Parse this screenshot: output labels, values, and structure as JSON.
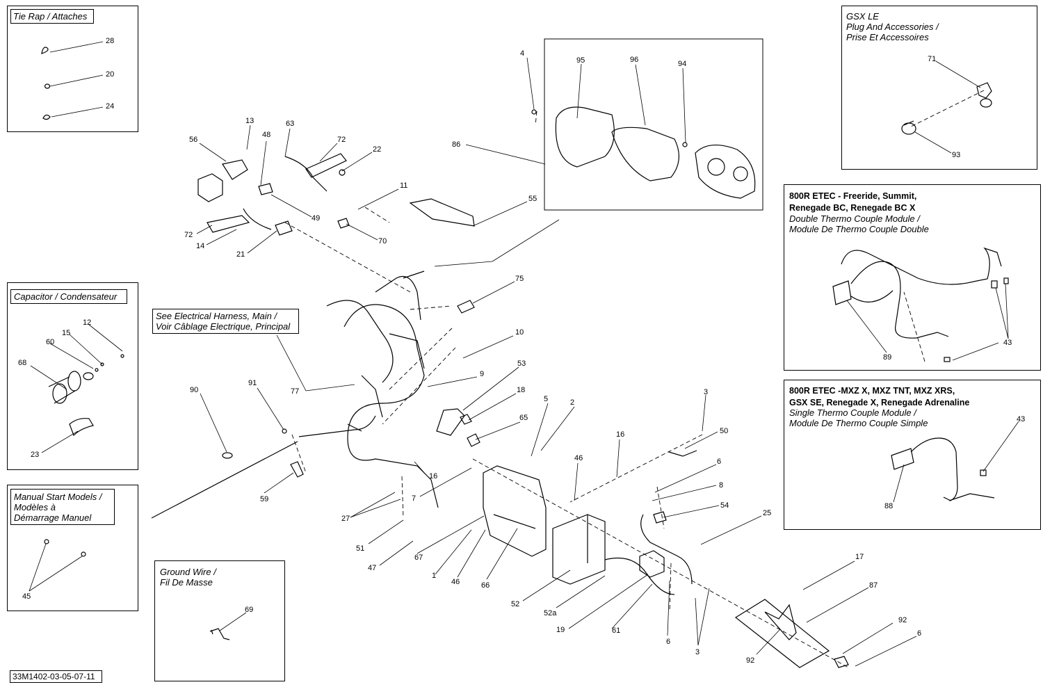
{
  "boxes": {
    "tie_rap": {
      "line1": "Tie Rap / Attaches"
    },
    "capacitor": {
      "line1": "Capacitor / Condensateur"
    },
    "manual_start": {
      "line1": "Manual Start Models /",
      "line2": "Modèles à",
      "line3": "Démarrage Manuel"
    },
    "ground_wire": {
      "line1": "Ground Wire /",
      "line2": "Fil De Masse"
    },
    "gsx_le": {
      "line1": "GSX LE",
      "line2": "Plug And Accessories /",
      "line3": "Prise Et Accessoires"
    },
    "double_thermo": {
      "line1": "800R ETEC - Freeride, Summit,",
      "line2": "Renegade BC, Renegade BC X",
      "line3": "Double Thermo Couple Module /",
      "line4": "Module De Thermo Couple Double"
    },
    "single_thermo": {
      "line1": "800R ETEC -MXZ X, MXZ TNT, MXZ XRS,",
      "line2": "GSX SE, Renegade X, Renegade Adrenaline",
      "line3": "Single Thermo Couple Module /",
      "line4": "Module De Thermo Couple Simple"
    },
    "see_harness": {
      "line1": "See Electrical Harness, Main /",
      "line2": "Voir Câblage Electrique, Principal"
    }
  },
  "drawing_code": "33M1402-03-05-07-11",
  "callouts": [
    {
      "id": "c28",
      "label": "28"
    },
    {
      "id": "c20",
      "label": "20"
    },
    {
      "id": "c24",
      "label": "24"
    },
    {
      "id": "c12",
      "label": "12"
    },
    {
      "id": "c15",
      "label": "15"
    },
    {
      "id": "c60",
      "label": "60"
    },
    {
      "id": "c68",
      "label": "68"
    },
    {
      "id": "c23",
      "label": "23"
    },
    {
      "id": "c45",
      "label": "45"
    },
    {
      "id": "c69",
      "label": "69"
    },
    {
      "id": "c71",
      "label": "71"
    },
    {
      "id": "c93",
      "label": "93"
    },
    {
      "id": "c89",
      "label": "89"
    },
    {
      "id": "c43a",
      "label": "43"
    },
    {
      "id": "c43b",
      "label": "43"
    },
    {
      "id": "c88",
      "label": "88"
    },
    {
      "id": "c4",
      "label": "4"
    },
    {
      "id": "c95",
      "label": "95"
    },
    {
      "id": "c96",
      "label": "96"
    },
    {
      "id": "c94",
      "label": "94"
    },
    {
      "id": "c86",
      "label": "86"
    },
    {
      "id": "c13",
      "label": "13"
    },
    {
      "id": "c56",
      "label": "56"
    },
    {
      "id": "c48",
      "label": "48"
    },
    {
      "id": "c63",
      "label": "63"
    },
    {
      "id": "c72a",
      "label": "72"
    },
    {
      "id": "c22",
      "label": "22"
    },
    {
      "id": "c11",
      "label": "11"
    },
    {
      "id": "c55",
      "label": "55"
    },
    {
      "id": "c49",
      "label": "49"
    },
    {
      "id": "c70",
      "label": "70"
    },
    {
      "id": "c72b",
      "label": "72"
    },
    {
      "id": "c14",
      "label": "14"
    },
    {
      "id": "c21",
      "label": "21"
    },
    {
      "id": "c75",
      "label": "75"
    },
    {
      "id": "c10",
      "label": "10"
    },
    {
      "id": "c53",
      "label": "53"
    },
    {
      "id": "c9",
      "label": "9"
    },
    {
      "id": "c18",
      "label": "18"
    },
    {
      "id": "c77",
      "label": "77"
    },
    {
      "id": "c90",
      "label": "90"
    },
    {
      "id": "c91",
      "label": "91"
    },
    {
      "id": "c5",
      "label": "5"
    },
    {
      "id": "c2",
      "label": "2"
    },
    {
      "id": "c65",
      "label": "65"
    },
    {
      "id": "c3a",
      "label": "3"
    },
    {
      "id": "c50",
      "label": "50"
    },
    {
      "id": "c16a",
      "label": "16"
    },
    {
      "id": "c46a",
      "label": "46"
    },
    {
      "id": "c16b",
      "label": "16"
    },
    {
      "id": "c59",
      "label": "59"
    },
    {
      "id": "c7",
      "label": "7"
    },
    {
      "id": "c6a",
      "label": "6"
    },
    {
      "id": "c8",
      "label": "8"
    },
    {
      "id": "c54",
      "label": "54"
    },
    {
      "id": "c25",
      "label": "25"
    },
    {
      "id": "c27",
      "label": "27"
    },
    {
      "id": "c51",
      "label": "51"
    },
    {
      "id": "c47",
      "label": "47"
    },
    {
      "id": "c67",
      "label": "67"
    },
    {
      "id": "c1",
      "label": "1"
    },
    {
      "id": "c46b",
      "label": "46"
    },
    {
      "id": "c66",
      "label": "66"
    },
    {
      "id": "c52",
      "label": "52"
    },
    {
      "id": "c52a",
      "label": "52a"
    },
    {
      "id": "c19",
      "label": "19"
    },
    {
      "id": "c61",
      "label": "61"
    },
    {
      "id": "c6b",
      "label": "6"
    },
    {
      "id": "c3b",
      "label": "3"
    },
    {
      "id": "c17",
      "label": "17"
    },
    {
      "id": "c87",
      "label": "87"
    },
    {
      "id": "c92a",
      "label": "92"
    },
    {
      "id": "c92b",
      "label": "92"
    },
    {
      "id": "c6c",
      "label": "6"
    }
  ]
}
